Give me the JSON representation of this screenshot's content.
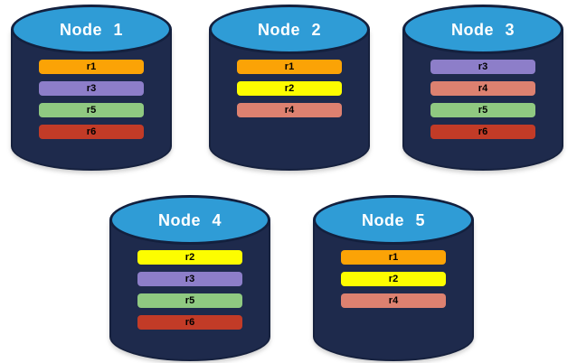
{
  "diagram": {
    "description": "Database nodes with replica distribution",
    "colors": {
      "cylinder_body": "#1E2A4C",
      "cylinder_top": "#2F9CD6",
      "cylinder_outline": "#13203E",
      "title_text": "#FFFFFF",
      "bar_text": "#000000",
      "replica_r1": "#FBA306",
      "replica_r2": "#FDFD00",
      "replica_r3": "#8D7EC9",
      "replica_r4": "#DD8170",
      "replica_r5": "#8FC981",
      "replica_r6": "#C23B27"
    },
    "nodes": [
      {
        "title": "Node 1",
        "replicas": [
          {
            "label": "r1",
            "color": "#FBA306"
          },
          {
            "label": "r3",
            "color": "#8D7EC9"
          },
          {
            "label": "r5",
            "color": "#8FC981"
          },
          {
            "label": "r6",
            "color": "#C23B27"
          }
        ]
      },
      {
        "title": "Node 2",
        "replicas": [
          {
            "label": "r1",
            "color": "#FBA306"
          },
          {
            "label": "r2",
            "color": "#FDFD00"
          },
          {
            "label": "r4",
            "color": "#DD8170"
          }
        ]
      },
      {
        "title": "Node 3",
        "replicas": [
          {
            "label": "r3",
            "color": "#8D7EC9"
          },
          {
            "label": "r4",
            "color": "#DD8170"
          },
          {
            "label": "r5",
            "color": "#8FC981"
          },
          {
            "label": "r6",
            "color": "#C23B27"
          }
        ]
      },
      {
        "title": "Node 4",
        "replicas": [
          {
            "label": "r2",
            "color": "#FDFD00"
          },
          {
            "label": "r3",
            "color": "#8D7EC9"
          },
          {
            "label": "r5",
            "color": "#8FC981"
          },
          {
            "label": "r6",
            "color": "#C23B27"
          }
        ]
      },
      {
        "title": "Node 5",
        "replicas": [
          {
            "label": "r1",
            "color": "#FBA306"
          },
          {
            "label": "r2",
            "color": "#FDFD00"
          },
          {
            "label": "r4",
            "color": "#DD8170"
          }
        ]
      }
    ]
  }
}
